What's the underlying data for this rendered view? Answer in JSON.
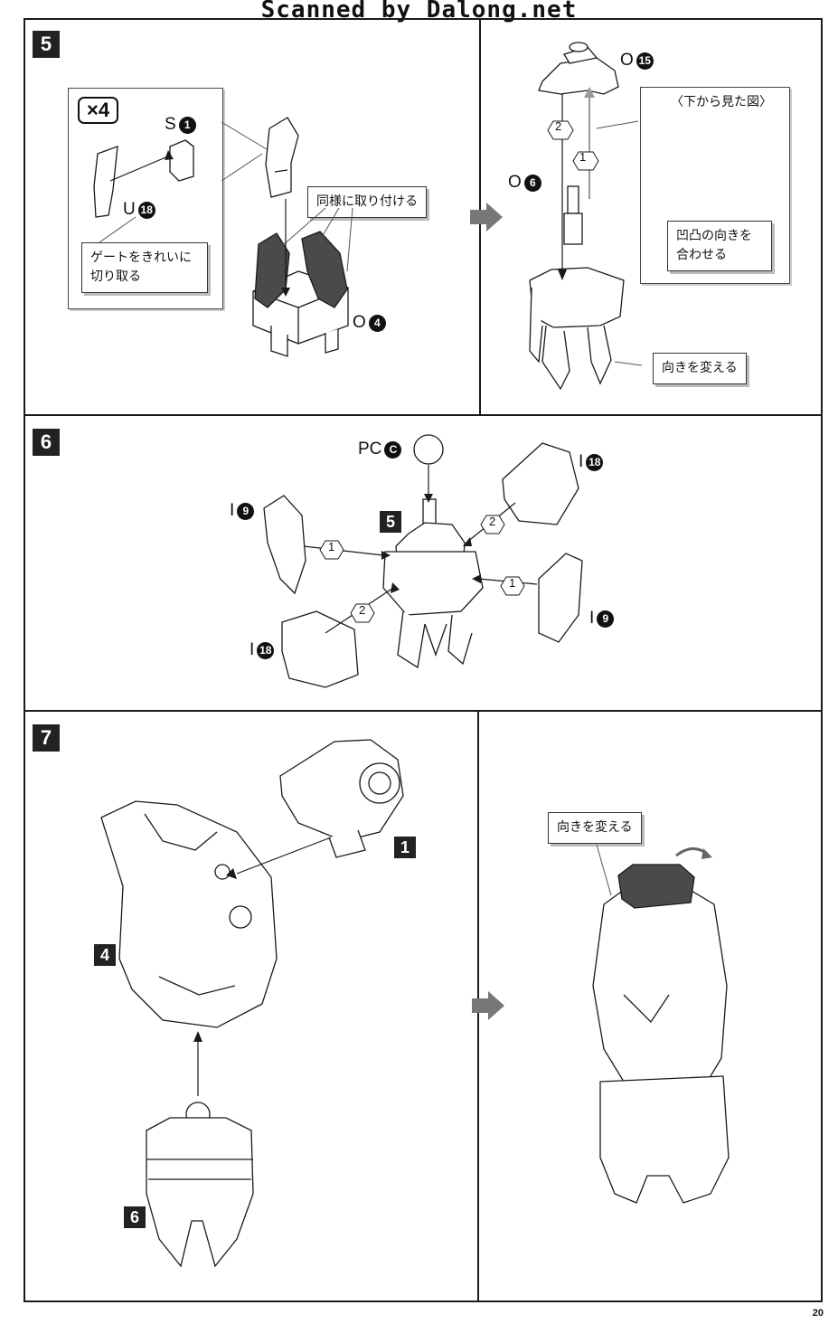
{
  "watermark": "Scanned by Dalong.net",
  "page_number": "20",
  "steps": {
    "s5": {
      "number": "5",
      "multiplier": "×4",
      "parts": {
        "s1": {
          "letter": "S",
          "num": "1"
        },
        "u18": {
          "letter": "U",
          "num": "18"
        },
        "o4": {
          "letter": "O",
          "num": "4"
        },
        "o15": {
          "letter": "O",
          "num": "15"
        },
        "o6": {
          "letter": "O",
          "num": "6"
        }
      },
      "notes": {
        "gate": "ゲートをきれいに\n切り取る",
        "same": "同様に取り付ける",
        "bottom_view": "〈下から見た図〉",
        "align": "凹凸の向きを\n合わせる",
        "turn": "向きを変える"
      },
      "order": [
        "1",
        "2"
      ]
    },
    "s6": {
      "number": "6",
      "parts": {
        "pcc": {
          "letter": "PC",
          "num": "C"
        },
        "i18a": {
          "letter": "I",
          "num": "18"
        },
        "i9a": {
          "letter": "I",
          "num": "9"
        },
        "i9b": {
          "letter": "I",
          "num": "9"
        },
        "i18b": {
          "letter": "I",
          "num": "18"
        }
      },
      "assembly": "5",
      "order": [
        "1",
        "2"
      ]
    },
    "s7": {
      "number": "7",
      "assemblies": [
        "1",
        "4",
        "6"
      ],
      "turn": "向きを変える"
    }
  },
  "colors": {
    "ink": "#1a1a1a",
    "arrow_gray": "#777777",
    "dark_part": "#4a4a4a"
  }
}
